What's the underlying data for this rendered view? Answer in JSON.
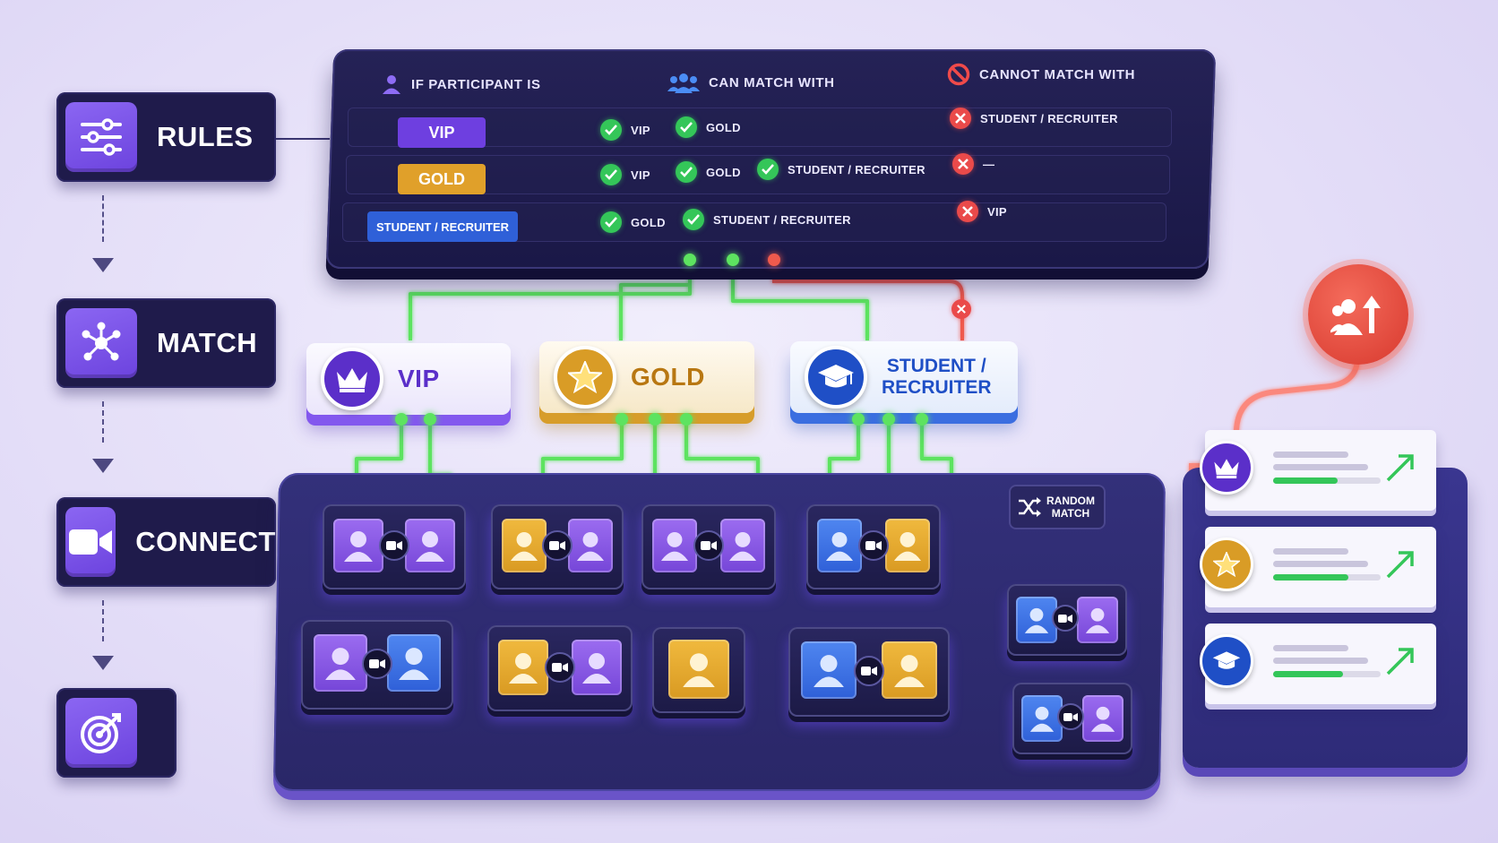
{
  "steps": [
    {
      "label": "RULES",
      "icon": "sliders-icon"
    },
    {
      "label": "MATCH",
      "icon": "network-icon"
    },
    {
      "label": "CONNECT",
      "icon": "video-camera-icon"
    },
    {
      "label": "",
      "icon": "target-icon"
    }
  ],
  "rules_table": {
    "col_participant": "IF PARTICIPANT IS",
    "col_can": "CAN MATCH WITH",
    "col_cannot": "CANNOT MATCH WITH",
    "rows": [
      {
        "participant": "VIP",
        "can": [
          "VIP",
          "GOLD"
        ],
        "cannot": "STUDENT / RECRUITER"
      },
      {
        "participant": "GOLD",
        "can": [
          "VIP",
          "GOLD",
          "STUDENT / RECRUITER"
        ],
        "cannot": "—"
      },
      {
        "participant": "STUDENT / RECRUITER",
        "can": [
          "GOLD",
          "STUDENT / RECRUITER"
        ],
        "cannot": "VIP"
      }
    ]
  },
  "categories": {
    "vip": {
      "label": "VIP",
      "icon": "crown-icon"
    },
    "gold": {
      "label": "GOLD",
      "icon": "star-icon"
    },
    "student": {
      "label_line1": "STUDENT /",
      "label_line2": "RECRUITER",
      "icon": "graduation-cap-icon"
    }
  },
  "random_match": {
    "line1": "RANDOM",
    "line2": "MATCH",
    "icon": "shuffle-icon"
  },
  "colors": {
    "vip": "#7b4ee6",
    "gold": "#e2a52b",
    "student": "#2f6ee0",
    "allowed": "#58e05a",
    "blocked": "#ef5a4d",
    "panel": "#1f1b4b"
  },
  "leaderboard": {
    "icon": "group-growth-icon",
    "items": [
      {
        "icon": "crown-icon",
        "progress": 0.6
      },
      {
        "icon": "star-icon",
        "progress": 0.7
      },
      {
        "icon": "graduation-cap-icon",
        "progress": 0.65
      }
    ]
  }
}
